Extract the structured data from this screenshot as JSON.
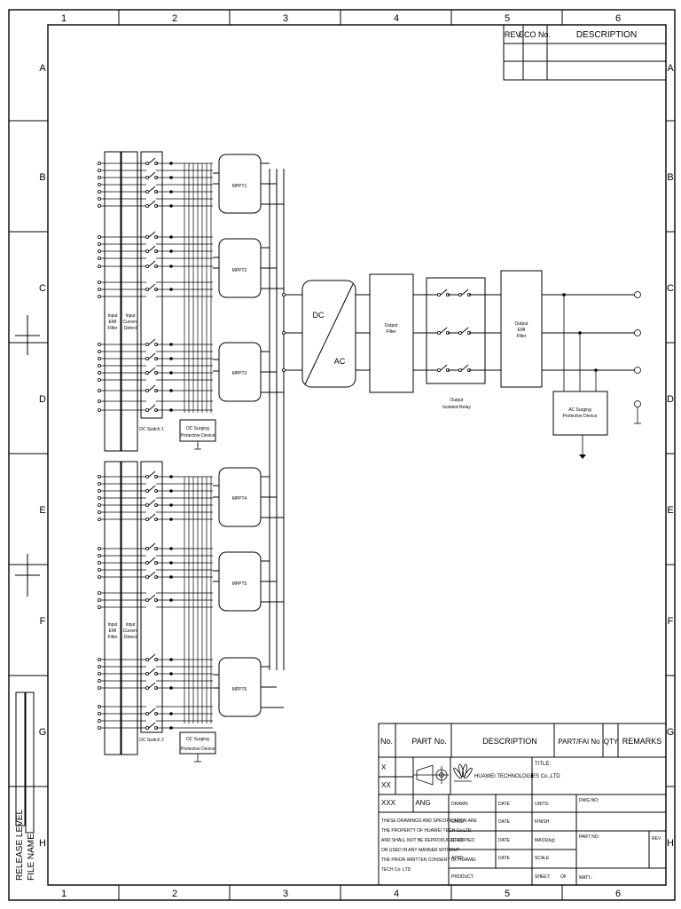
{
  "frame": {
    "columns": [
      "1",
      "2",
      "3",
      "4",
      "5",
      "6"
    ],
    "rows": [
      "A",
      "B",
      "C",
      "D",
      "E",
      "F",
      "G",
      "H"
    ]
  },
  "revision_table": {
    "headers": [
      "REV.",
      "ECO No.",
      "DESCRIPTION"
    ]
  },
  "inverter": {
    "mppt_labels": [
      "MPPT1",
      "MPPT2",
      "MPPT3",
      "MPPT4",
      "MPPT5",
      "MPPT6"
    ],
    "filter_label_lines": [
      "Input",
      "EMI",
      "Filter"
    ],
    "current_detect_lines": [
      "Input",
      "Current",
      "Detect"
    ],
    "dc_switch_1": "DC Switch 1",
    "dc_switch_2": "DC Switch 2",
    "dc_spd_lines": [
      "DC Surging",
      "Protective Device"
    ],
    "dc_ac_top": "DC",
    "dc_ac_bottom": "AC",
    "output_filter_lines": [
      "Output",
      "Filter"
    ],
    "output_relay_lines": [
      "Output",
      "Isolated Relay"
    ],
    "output_emi_lines": [
      "Output",
      "EMI",
      "Filter"
    ],
    "ac_spd_lines": [
      "AC Surging",
      "Protective Device"
    ]
  },
  "left_strip": {
    "release_level": "RELEASE LEVEL",
    "file_name": "FILE NAME"
  },
  "title_block": {
    "headers": {
      "no": "No.",
      "part_no": "PART No.",
      "description": "DESCRIPTION",
      "part_fai": "PART/FAI No",
      "qty": "QTY",
      "remarks": "REMARKS"
    },
    "tolerance_rows": [
      "X",
      "XX",
      "XXX"
    ],
    "ang": "ANG",
    "company": "HUAWEI TECHNOLOGIES Co.,LTD",
    "title_label": "TITLE:",
    "drawn": "DRAWN",
    "checked": "CHKD",
    "standard": "STAD",
    "approved": "APPD",
    "product": "PRODUCT:",
    "date": "DATE",
    "units": "UNITS:",
    "finish": "FINISH",
    "mass": "MASS(kg)",
    "scale": "SCALE",
    "sheet": "SHEET:",
    "of": "OF",
    "dwg_no": "DWG NO:",
    "part_no_field": "PART NO:",
    "rev": "REV",
    "matl": "MAT'L:",
    "notice_lines": [
      "THESE DRAWINGS AND SPECIFICATION ARE",
      "THE PROPERTY OF HUAWEI TECH Co.LTD.",
      "AND SHALL NOT BE REPRODUCED COPIED",
      "OR USED IN ANY MANNER WITHOUT",
      "THE PRIOR WRITTEN CONSENT OF HUAWEI",
      "TECH Co. LTD"
    ]
  }
}
